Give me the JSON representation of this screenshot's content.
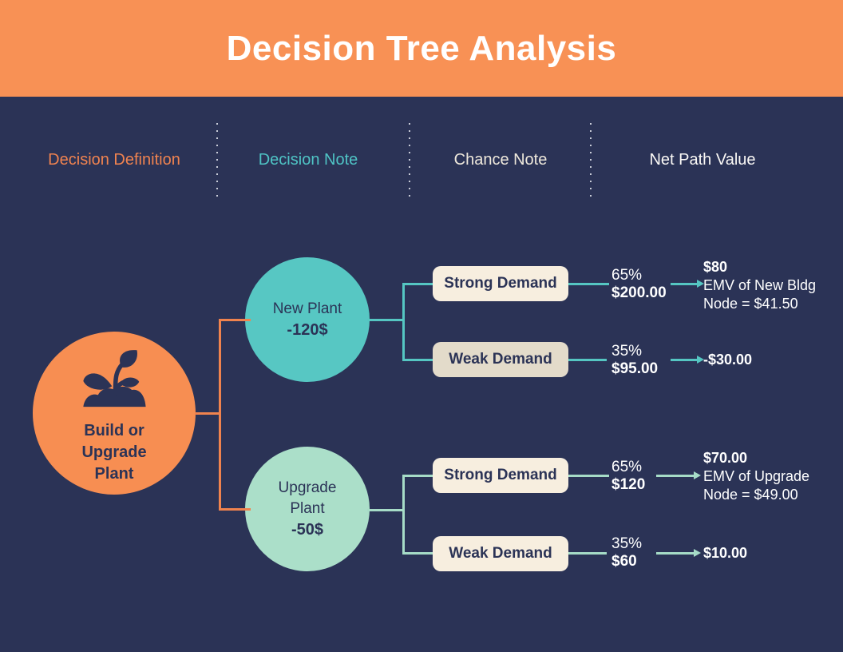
{
  "title": "Decision Tree Analysis",
  "colors": {
    "background": "#2B3356",
    "header_bg": "#F89155",
    "root_node": "#F78E52",
    "decision_node_teal": "#57C7C3",
    "decision_node_mint": "#ABDFC9",
    "chance_box_cream": "#F7EEDF",
    "chance_box_tan": "#E3DBCA",
    "line_orange": "#F0834E",
    "line_teal": "#55C6C2",
    "line_mint": "#A6DCC7",
    "text_navy": "#2B3356",
    "text_white": "#FFFFFF",
    "col_decision_definition": "#F08350",
    "col_decision_note": "#4FC4C5",
    "col_chance_note": "#EFE9DC",
    "col_net_path_value": "#FAF8F5"
  },
  "columns": [
    {
      "label": "Decision Definition"
    },
    {
      "label": "Decision Note"
    },
    {
      "label": "Chance Note"
    },
    {
      "label": "Net Path Value"
    }
  ],
  "root": {
    "icon": "seedling-icon",
    "label_lines": [
      "Build or",
      "Upgrade",
      "Plant"
    ]
  },
  "branches": [
    {
      "node": {
        "name": "New Plant",
        "cost": "-120$"
      },
      "outcomes": [
        {
          "chance": "Strong Demand",
          "probability": "65%",
          "payoff": "$200.00",
          "result": {
            "value": "$80",
            "note_lines": [
              "EMV of New Bldg",
              "Node = $41.50"
            ]
          }
        },
        {
          "chance": "Weak Demand",
          "probability": "35%",
          "payoff": "$95.00",
          "result": {
            "value": "-$30.00",
            "note_lines": []
          }
        }
      ]
    },
    {
      "node": {
        "name": "Upgrade Plant",
        "cost": "-50$"
      },
      "outcomes": [
        {
          "chance": "Strong Demand",
          "probability": "65%",
          "payoff": "$120",
          "result": {
            "value": "$70.00",
            "note_lines": [
              "EMV of Upgrade",
              "Node = $49.00"
            ]
          }
        },
        {
          "chance": "Weak Demand",
          "probability": "35%",
          "payoff": "$60",
          "result": {
            "value": "$10.00",
            "note_lines": []
          }
        }
      ]
    }
  ]
}
